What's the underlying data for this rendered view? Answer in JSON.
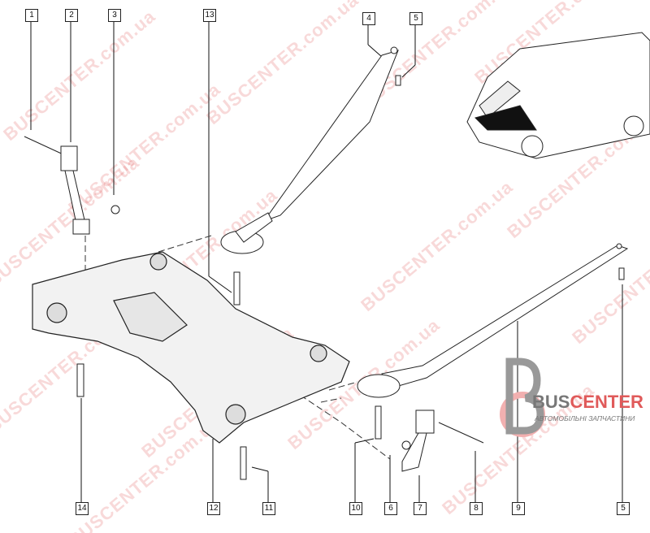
{
  "diagram": {
    "callouts_top": [
      "1",
      "2",
      "3",
      "13",
      "4",
      "5"
    ],
    "callouts_bottom": [
      "14",
      "12",
      "11",
      "10",
      "6",
      "7",
      "8",
      "9",
      "5"
    ]
  },
  "watermark": {
    "text": "BUSCENTER.com.ua"
  },
  "logo": {
    "name_part1": "BUS",
    "name_part2": "CENTER",
    "subtitle": "АВТОМОБІЛЬНІ ЗАПЧАСТИНИ",
    "accent": "#e05a5a",
    "gray": "#777777"
  }
}
